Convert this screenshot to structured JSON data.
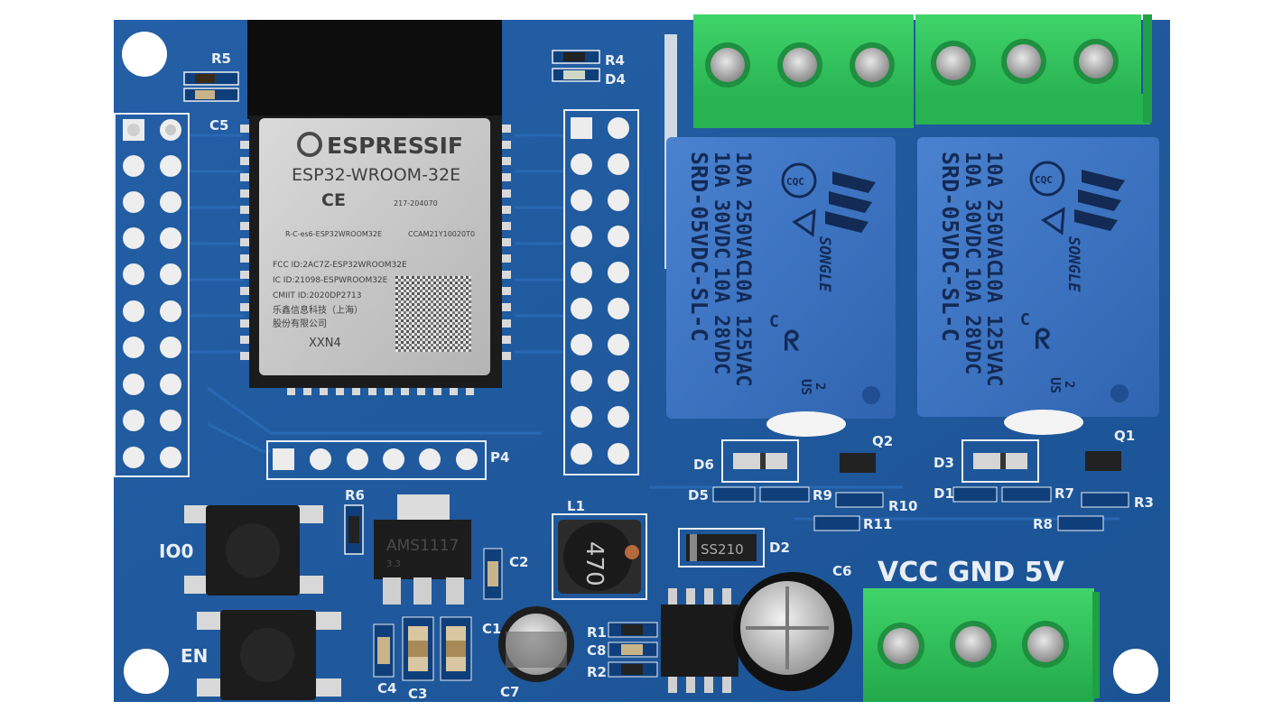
{
  "module": {
    "brand": "ESPRESSIF",
    "model": "ESP32-WROOM-32E",
    "cert_code": "217-204070",
    "kc_line": "R-C-es6-ESP32WROOM32E",
    "ccam_line": "CCAM21Y10020T0",
    "fcc_line": "FCC ID:2AC7Z-ESP32WROOM32E",
    "ic_line": "IC ID:21098-ESPWROOM32E",
    "cmiit_line": "CMIIT ID:2020DP2713",
    "cn_line1": "乐鑫信息科技（上海）",
    "cn_line2": "股份有限公司",
    "batch": "XXN4"
  },
  "relays": [
    {
      "line1": "10A 250VAC",
      "line2": "10A 30VDC",
      "line3": "SRD-05VDC-SL-C",
      "line4": "10A 125VAC",
      "line5": "10A 28VDC",
      "brand": "SONGLE",
      "cqc": "CQC",
      "us": "US",
      "c_mark": "C",
      "num": "2"
    },
    {
      "line1": "10A 250VAC",
      "line2": "10A 30VDC",
      "line3": "SRD-05VDC-SL-C",
      "line4": "10A 125VAC",
      "line5": "10A 28VDC",
      "brand": "SONGLE",
      "cqc": "CQC",
      "us": "US",
      "c_mark": "C",
      "num": "2"
    }
  ],
  "power_terminal_label": "VCC GND 5V",
  "regulator_label": "AMS1117",
  "regulator_sub": "3.3",
  "inductor_label": "470",
  "diode_d2_label": "SS210",
  "buttons": {
    "io0": "IO0",
    "en": "EN"
  },
  "silkscreen": {
    "r5": "R5",
    "c5": "C5",
    "r4": "R4",
    "d4": "D4",
    "p4": "P4",
    "r6": "R6",
    "l1": "L1",
    "c2": "C2",
    "c1": "C1",
    "r1": "R1",
    "c8": "C8",
    "r2": "R2",
    "c4": "C4",
    "c3": "C3",
    "c7": "C7",
    "d2": "D2",
    "c6": "C6",
    "d6": "D6",
    "q2": "Q2",
    "d5": "D5",
    "r9": "R9",
    "r10": "R10",
    "r11": "R11",
    "d3": "D3",
    "q1": "Q1",
    "d1": "D1",
    "r7": "R7",
    "r3": "R3",
    "r8": "R8"
  },
  "colors": {
    "pcb": "#1f5a9e",
    "terminal": "#2fbf5a",
    "relay": "#3c74c4",
    "module_shield": "#c9c9c9"
  }
}
